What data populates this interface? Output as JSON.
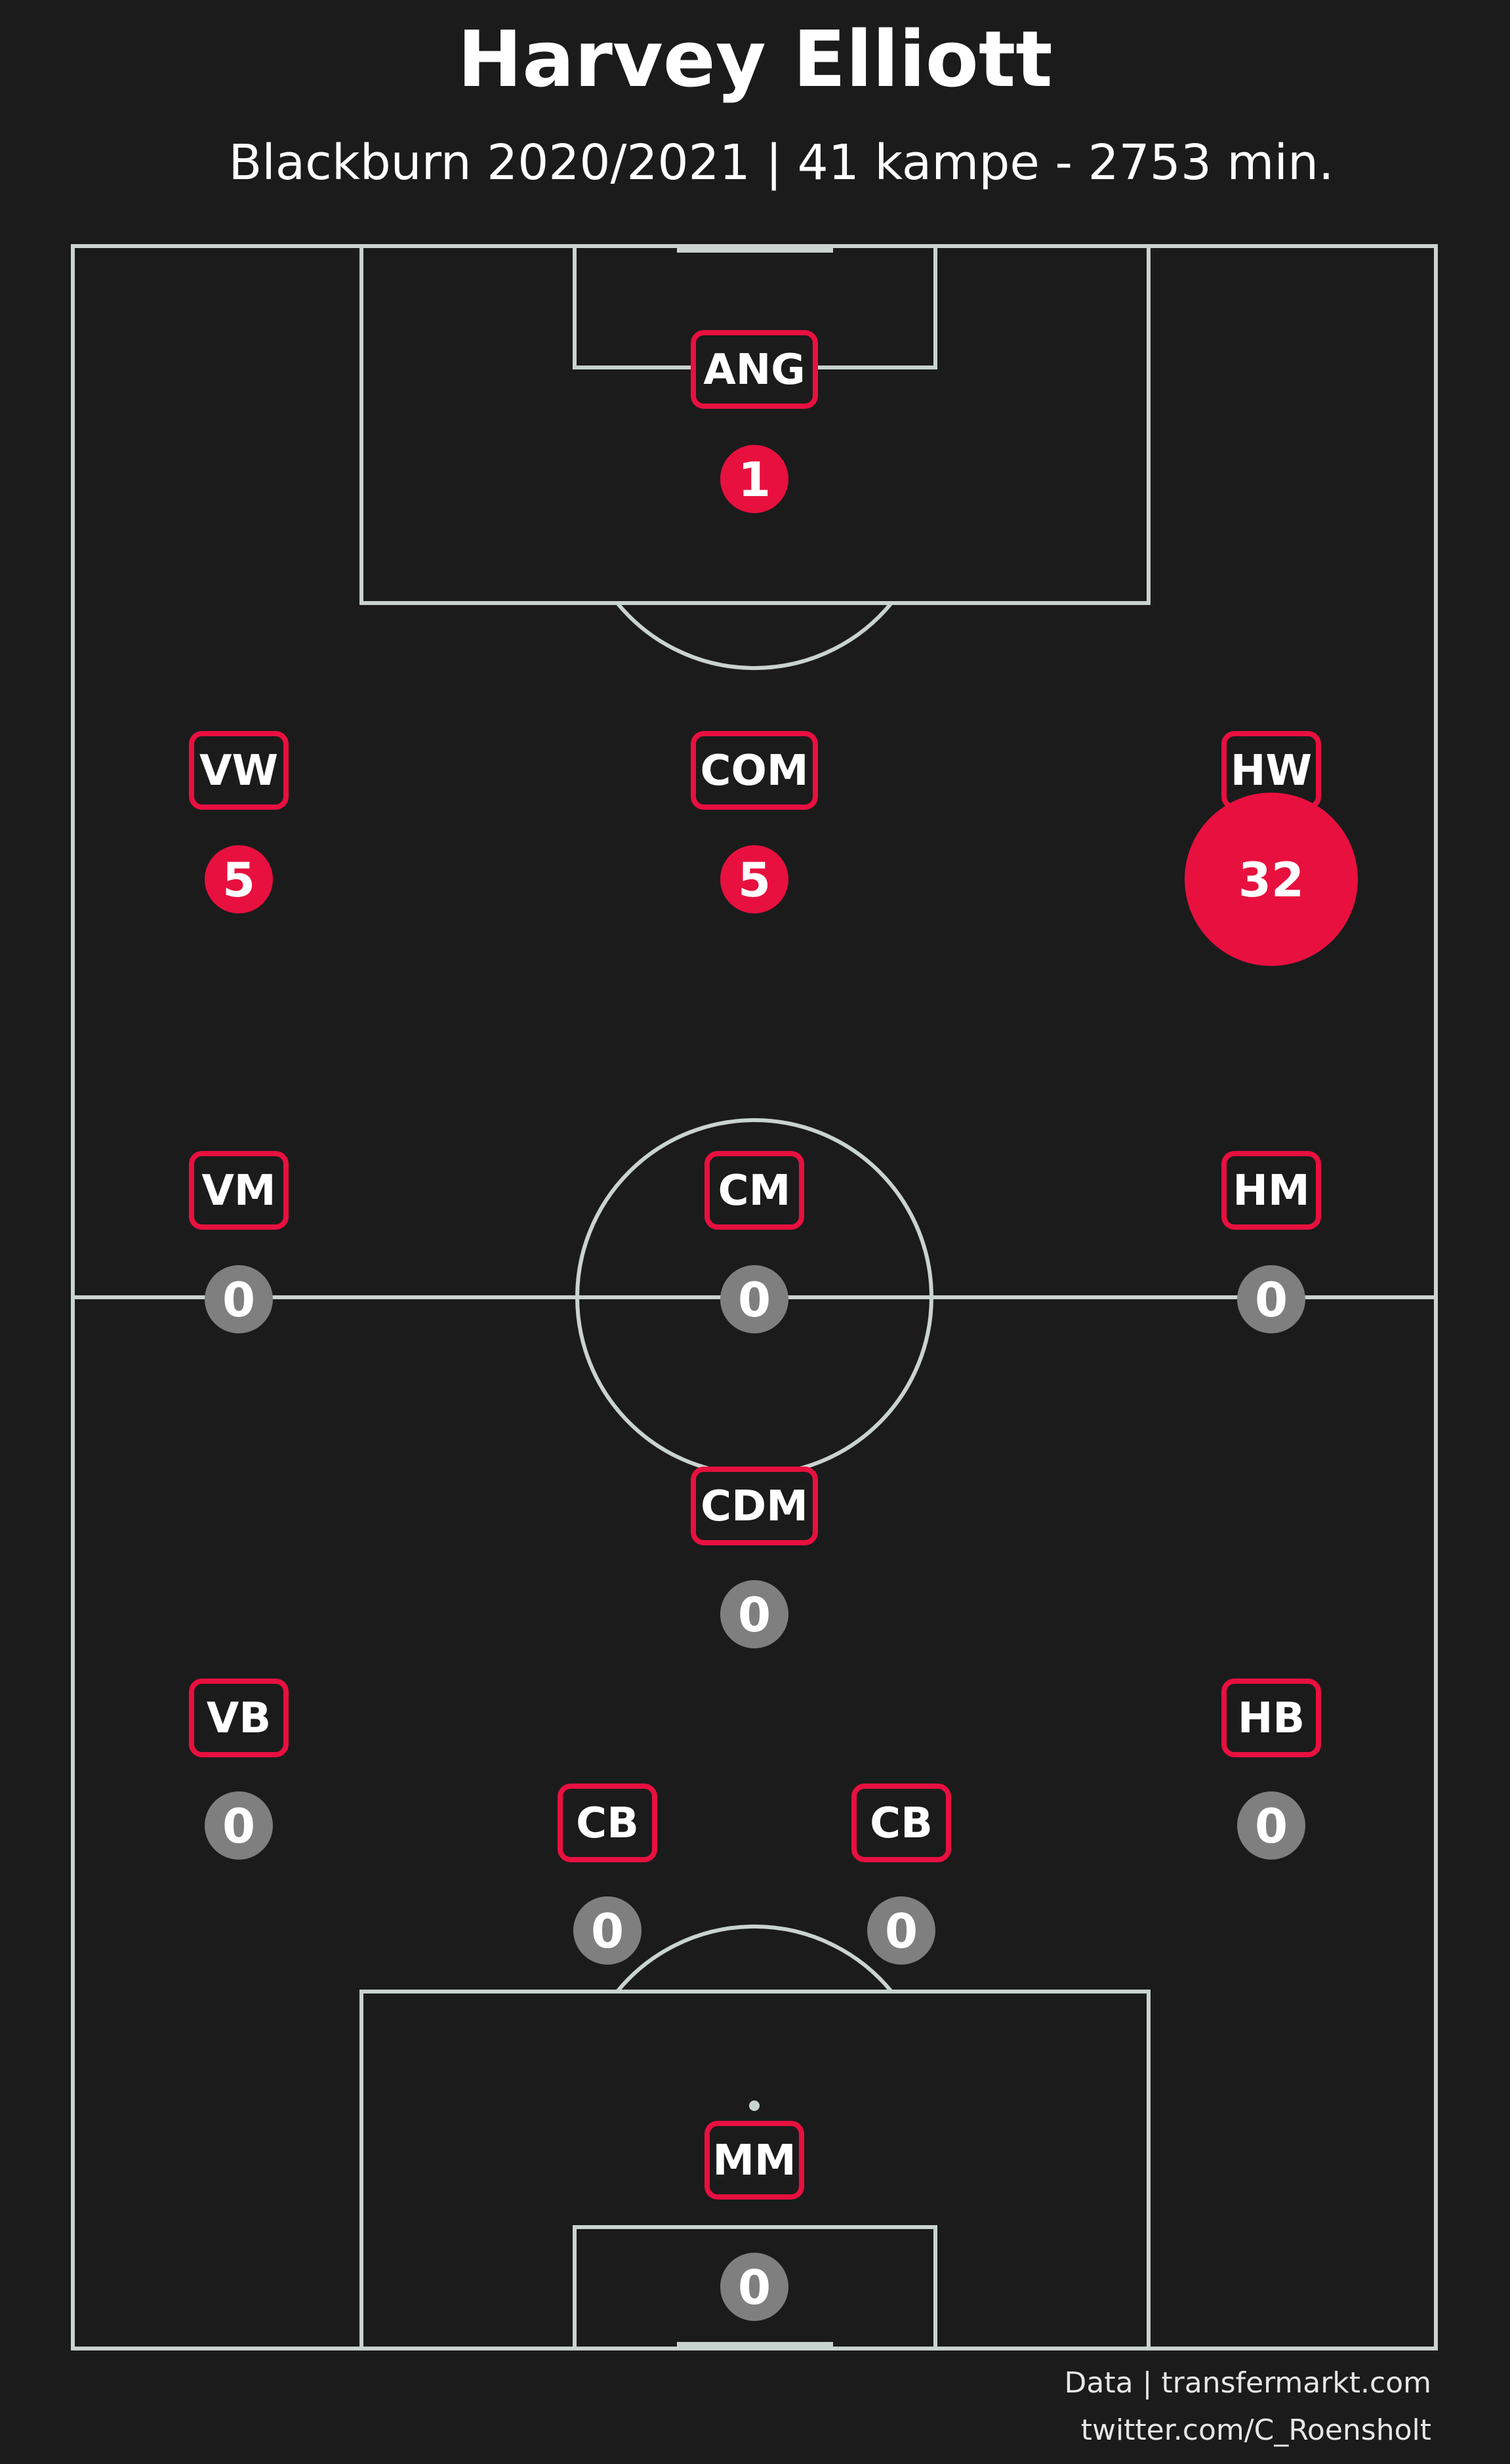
{
  "title": "Harvey Elliott",
  "subtitle": "Blackburn 2020/2021 | 41 kampe - 2753 min.",
  "colors": {
    "background": "#1b1b1c",
    "pitch_lines": "#c9d3cf",
    "accent": "#e8103f",
    "zero_circle": "#7f7f7f",
    "text": "#ffffff"
  },
  "positions": [
    {
      "id": "ang",
      "label": "ANG",
      "count": "1"
    },
    {
      "id": "vw",
      "label": "VW",
      "count": "5"
    },
    {
      "id": "com",
      "label": "COM",
      "count": "5"
    },
    {
      "id": "hw",
      "label": "HW",
      "count": "32"
    },
    {
      "id": "vm",
      "label": "VM",
      "count": "0"
    },
    {
      "id": "cm",
      "label": "CM",
      "count": "0"
    },
    {
      "id": "hm",
      "label": "HM",
      "count": "0"
    },
    {
      "id": "cdm",
      "label": "CDM",
      "count": "0"
    },
    {
      "id": "vb",
      "label": "VB",
      "count": "0"
    },
    {
      "id": "hb",
      "label": "HB",
      "count": "0"
    },
    {
      "id": "cb-left",
      "label": "CB",
      "count": "0"
    },
    {
      "id": "cb-right",
      "label": "CB",
      "count": "0"
    },
    {
      "id": "mm",
      "label": "MM",
      "count": "0"
    }
  ],
  "credits": {
    "data": "Data | transfermarkt.com",
    "twitter": "twitter.com/C_Roensholt"
  }
}
